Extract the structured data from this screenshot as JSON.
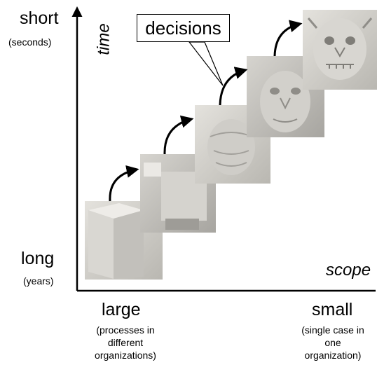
{
  "y_axis": {
    "label": "time",
    "top_label": "short",
    "top_sublabel": "(seconds)",
    "bottom_label": "long",
    "bottom_sublabel": "(years)"
  },
  "x_axis": {
    "label": "scope",
    "left_label": "large",
    "left_sublabel_lines": [
      "(processes in",
      "different",
      "organizations)"
    ],
    "right_label": "small",
    "right_sublabel_lines": [
      "(single case in",
      "one",
      "organization)"
    ]
  },
  "callout": "decisions",
  "stages": [
    {
      "name": "stone-block"
    },
    {
      "name": "rough-cut"
    },
    {
      "name": "shaped-face"
    },
    {
      "name": "detailed-face"
    },
    {
      "name": "finished-gargoyle"
    }
  ]
}
